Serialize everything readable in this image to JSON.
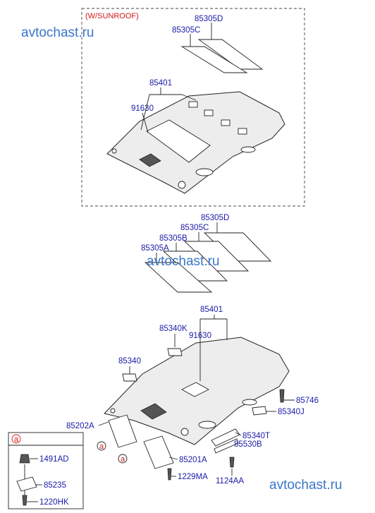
{
  "watermark": "avtochast.ru",
  "sunroof_box": {
    "title": "(W/SUNROOF)",
    "labels": {
      "p85305D": "85305D",
      "p85305C": "85305C",
      "p85401": "85401",
      "p91630": "91630"
    }
  },
  "main": {
    "labels": {
      "p85305D": "85305D",
      "p85305C": "85305C",
      "p85305B": "85305B",
      "p85305A": "85305A",
      "p85401": "85401",
      "p85340K": "85340K",
      "p91630": "91630",
      "p85340": "85340",
      "p85746": "85746",
      "p85340J": "85340J",
      "p85202A": "85202A",
      "p85340T": "85340T",
      "p85530B": "85530B",
      "p85201A": "85201A",
      "p1229MA": "1229MA",
      "p1124AA": "1124AA"
    },
    "callouts": [
      "a",
      "a"
    ]
  },
  "legend_box": {
    "marker": "a",
    "labels": {
      "p1491AD": "1491AD",
      "p85235": "85235",
      "p1220HK": "1220HK"
    }
  }
}
